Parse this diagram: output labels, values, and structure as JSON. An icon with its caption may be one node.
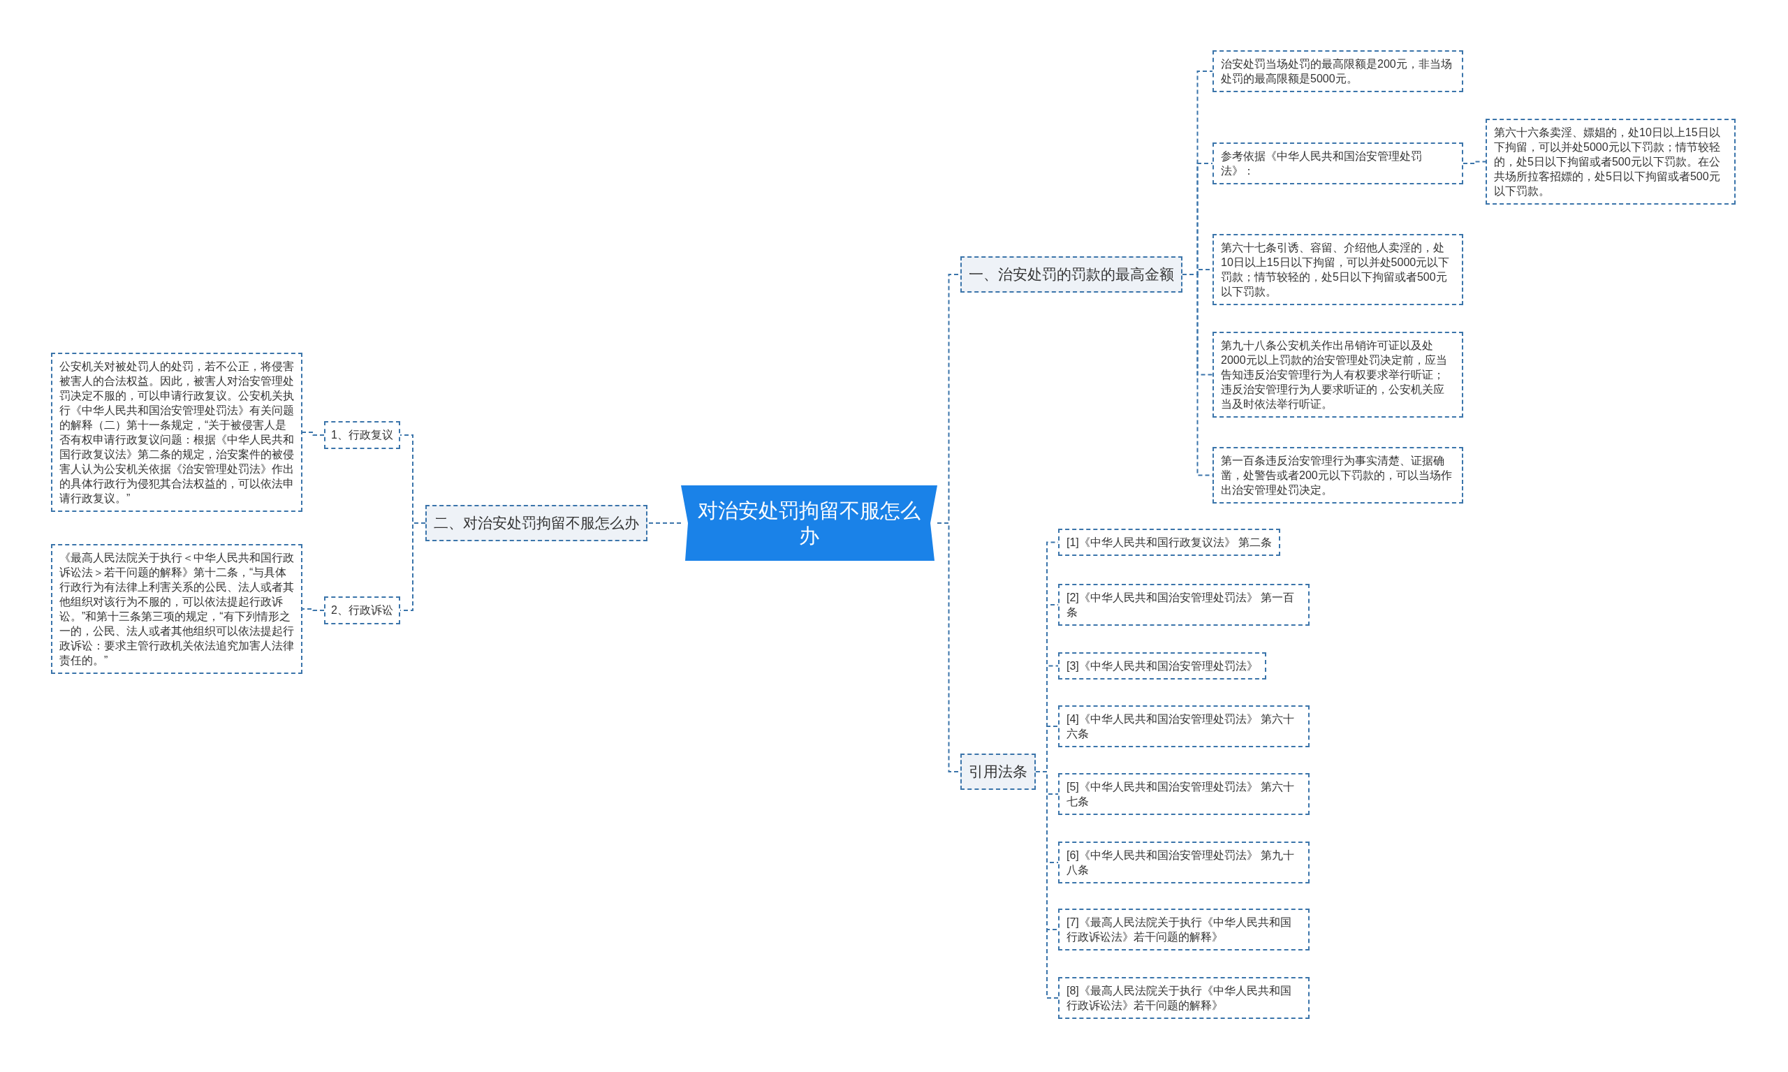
{
  "diagram": {
    "nodes": [
      {
        "text": [
          "对治安处罚拘留不服怎么办"
        ]
      },
      {
        "text": [
          "一、治安处罚的罚款的最高金额"
        ]
      },
      {
        "text": [
          "治安处罚当场处罚的最高限额是200元，非当场处罚的最高限额是5000元。"
        ]
      },
      {
        "text": [
          "参考依据《中华人民共和国治安管理处罚法》："
        ]
      },
      {
        "text": [
          "第六十六条卖淫、嫖娼的，处10日以上15日以下拘留，可以并处5000元以下罚款；情节较轻的，处5日以下拘留或者500元以下罚款。在公共场所拉客招嫖的，处5日以下拘留或者500元以下罚款。"
        ]
      },
      {
        "text": [
          "第六十七条引诱、容留、介绍他人卖淫的，处10日以上15日以下拘留，可以并处5000元以下罚款；情节较轻的，处5日以下拘留或者500元以下罚款。"
        ]
      },
      {
        "text": [
          "第九十八条公安机关作出吊销许可证以及处2000元以上罚款的治安管理处罚决定前，应当告知违反治安管理行为人有权要求举行听证；违反治安管理行为人要求听证的，公安机关应当及时依法举行听证。"
        ]
      },
      {
        "text": [
          "第一百条违反治安管理行为事实清楚、证据确凿，处警告或者200元以下罚款的，可以当场作出治安管理处罚决定。"
        ]
      },
      {
        "text": [
          "引用法条"
        ]
      },
      {
        "text": [
          "[1]《中华人民共和国行政复议法》 第二条"
        ]
      },
      {
        "text": [
          "[2]《中华人民共和国治安管理处罚法》 第一百条"
        ]
      },
      {
        "text": [
          "[3]《中华人民共和国治安管理处罚法》"
        ]
      },
      {
        "text": [
          "[4]《中华人民共和国治安管理处罚法》 第六十六条"
        ]
      },
      {
        "text": [
          "[5]《中华人民共和国治安管理处罚法》 第六十七条"
        ]
      },
      {
        "text": [
          "[6]《中华人民共和国治安管理处罚法》 第九十八条"
        ]
      },
      {
        "text": [
          "[7]《最高人民法院关于执行《中华人民共和国行政诉讼法》若干问题的解释》"
        ]
      },
      {
        "text": [
          "[8]《最高人民法院关于执行《中华人民共和国行政诉讼法》若干问题的解释》"
        ]
      },
      {
        "text": [
          "二、对治安处罚拘留不服怎么办"
        ]
      },
      {
        "text": [
          "1、行政复议"
        ]
      },
      {
        "text": [
          "公安机关对被处罚人的处罚，若不公正，将侵害被害人的合法权益。因此，被害人对治安管理处罚决定不服的，可以申请行政复议。公安机关执行《中华人民共和国治安管理处罚法》有关问题的解释（二）第十一条规定，“关于被侵害人是否有权申请行政复议问题：根据《中华人民共和国行政复议法》第二条的规定，治安案件的被侵害人认为公安机关依据《治安管理处罚法》作出的具体行政行为侵犯其合法权益的，可以依法申请行政复议。”"
        ]
      },
      {
        "text": [
          "2、行政诉讼"
        ]
      },
      {
        "text": [
          "《最高人民法院关于执行＜中华人民共和国行政诉讼法＞若干问题的解释》第十二条，“与具体行政行为有法律上利害关系的公民、法人或者其他组织对该行为不服的，可以依法提起行政诉讼。”和第十三条第三项的规定，“有下列情形之一的，公民、法人或者其他组织可以依法提起行政诉讼：要求主管行政机关依法追究加害人法律责任的。”"
        ]
      }
    ],
    "edges": [
      {
        "from": 0,
        "to": 1,
        "arrow": "none"
      },
      {
        "from": 1,
        "to": 2,
        "arrow": "none"
      },
      {
        "from": 1,
        "to": 3,
        "arrow": "none"
      },
      {
        "from": 3,
        "to": 4,
        "arrow": "none"
      },
      {
        "from": 1,
        "to": 5,
        "arrow": "none"
      },
      {
        "from": 1,
        "to": 6,
        "arrow": "none"
      },
      {
        "from": 1,
        "to": 7,
        "arrow": "none"
      },
      {
        "from": 0,
        "to": 8,
        "arrow": "none"
      },
      {
        "from": 8,
        "to": 9,
        "arrow": "none"
      },
      {
        "from": 8,
        "to": 10,
        "arrow": "none"
      },
      {
        "from": 8,
        "to": 11,
        "arrow": "none"
      },
      {
        "from": 8,
        "to": 12,
        "arrow": "none"
      },
      {
        "from": 8,
        "to": 13,
        "arrow": "none"
      },
      {
        "from": 8,
        "to": 14,
        "arrow": "none"
      },
      {
        "from": 8,
        "to": 15,
        "arrow": "none"
      },
      {
        "from": 8,
        "to": 16,
        "arrow": "none"
      },
      {
        "from": 0,
        "to": 17,
        "arrow": "none"
      },
      {
        "from": 17,
        "to": 18,
        "arrow": "none"
      },
      {
        "from": 18,
        "to": 19,
        "arrow": "none"
      },
      {
        "from": 17,
        "to": 20,
        "arrow": "none"
      },
      {
        "from": 20,
        "to": 21,
        "arrow": "none"
      }
    ]
  }
}
